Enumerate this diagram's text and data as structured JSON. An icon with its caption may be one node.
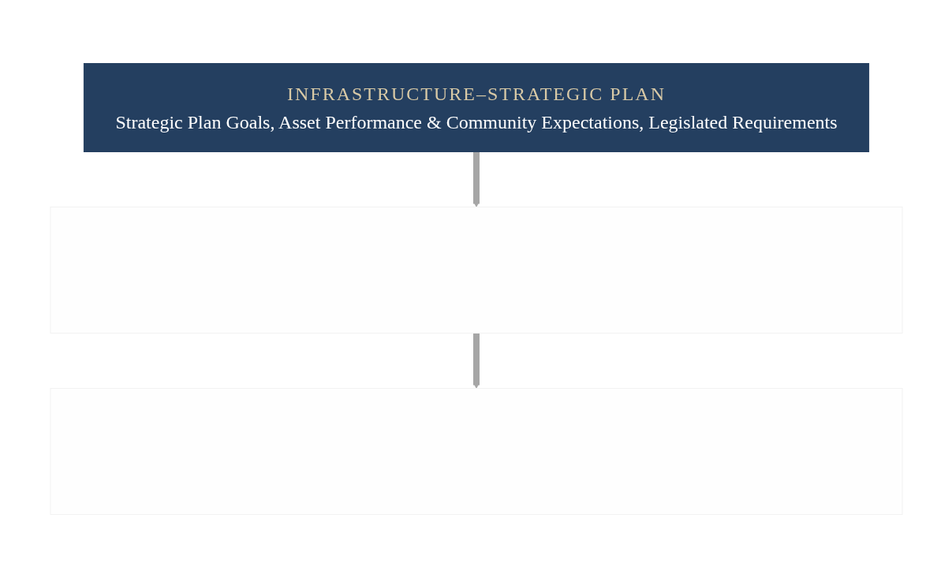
{
  "diagram": {
    "nodes": [
      {
        "text": [
          "INFRASTRUCTURE–STRATEGIC PLAN",
          "Strategic Plan Goals, Asset Performance & Community Expectations, Legislated Requirements"
        ]
      },
      {
        "text": [],
        "shape": "box"
      },
      {
        "text": [],
        "shape": "box"
      }
    ],
    "edges": [
      {
        "from": 0,
        "to": 1,
        "arrow": "to"
      },
      {
        "from": 1,
        "to": 2,
        "arrow": "to"
      }
    ]
  }
}
